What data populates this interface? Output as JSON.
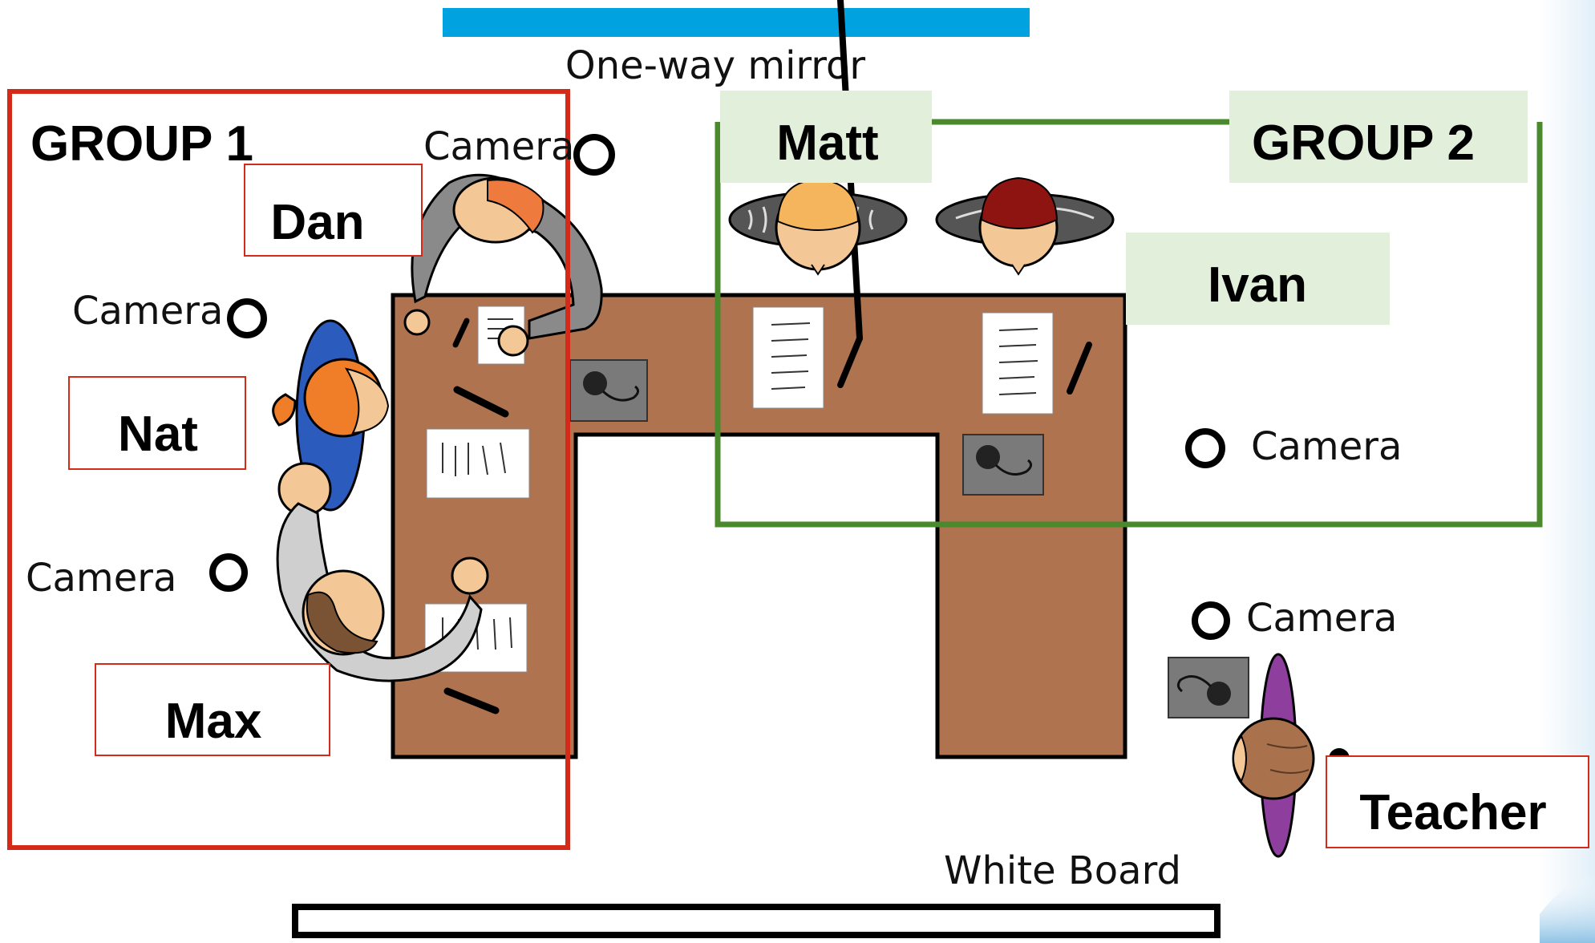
{
  "labels": {
    "mirror": "One-way mirror",
    "whiteboard": "White Board",
    "group1": "GROUP 1",
    "group2": "GROUP 2",
    "camera": "Camera"
  },
  "people": {
    "dan": "Dan",
    "nat": "Nat",
    "max": "Max",
    "matt": "Matt",
    "ivan": "Ivan",
    "teacher": "Teacher"
  },
  "colors": {
    "mirror": "#00a2e0",
    "group1_border": "#d42a1a",
    "group2_border": "#4a8a2c",
    "group2_label_bg": "#e2efdb",
    "table": "#b07350",
    "microphone_box": "#7a7a7a"
  }
}
